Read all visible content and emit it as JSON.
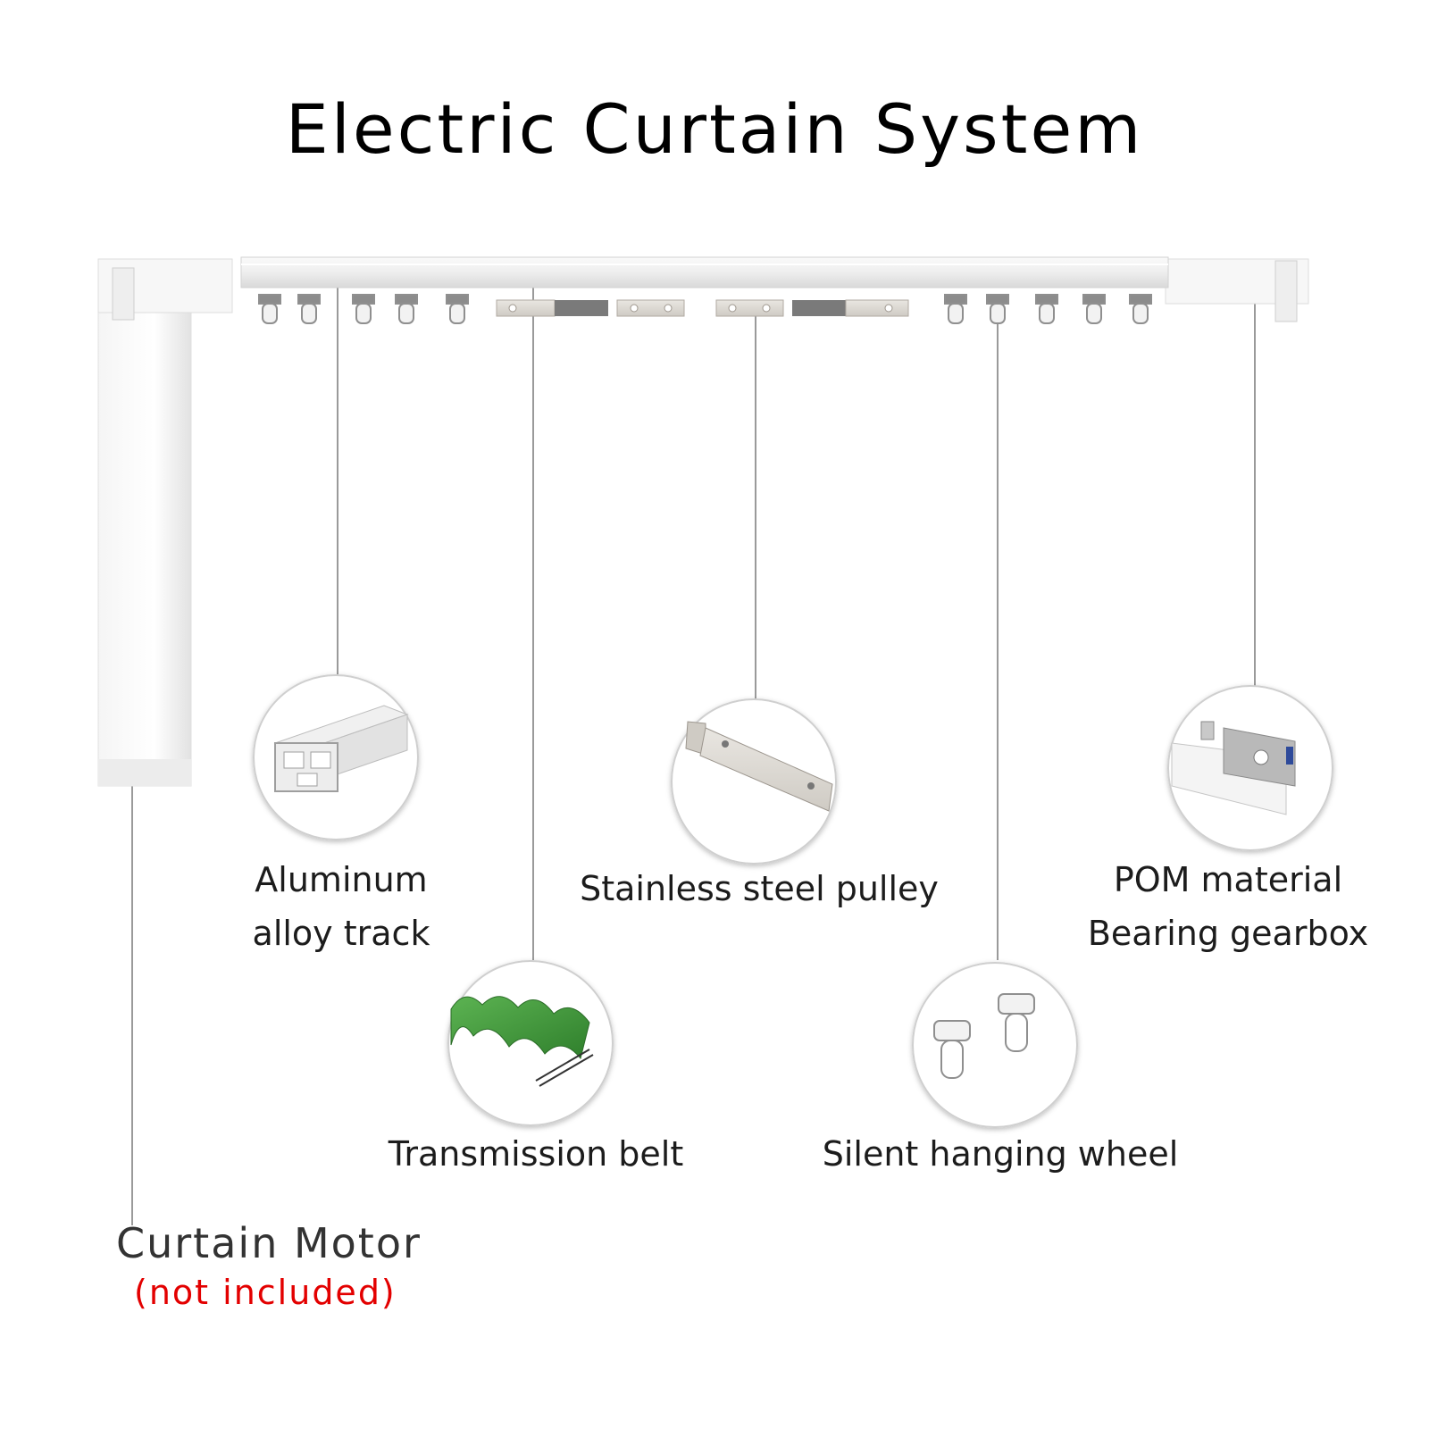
{
  "title": "Electric Curtain System",
  "components": {
    "track": [
      "Aluminum",
      "alloy track"
    ],
    "pulley": "Stainless steel pulley",
    "gearbox": [
      "POM material",
      "Bearing gearbox"
    ],
    "belt": "Transmission belt",
    "wheel": "Silent hanging wheel"
  },
  "motor": {
    "label": "Curtain Motor",
    "note": "(not included)"
  },
  "colors": {
    "note_red": "#e30000",
    "belt_green": "#3f9a3a",
    "leader_line": "#9a9a9a"
  }
}
